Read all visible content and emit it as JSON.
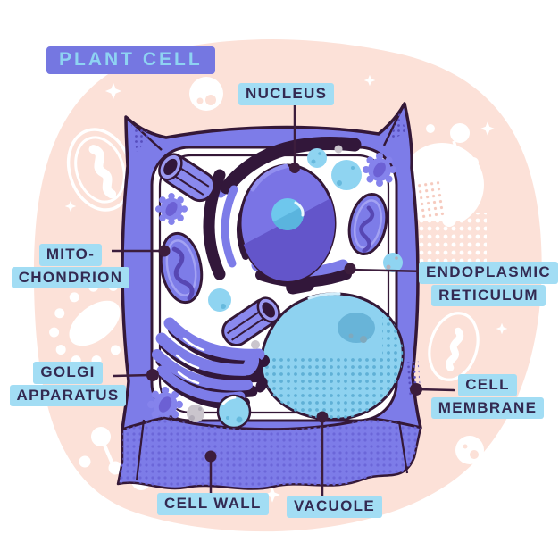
{
  "title": {
    "label": "PLANT CELL"
  },
  "labels": {
    "nucleus": {
      "lines": [
        "NUCLEUS"
      ]
    },
    "mitochondrion": {
      "lines": [
        "MITO-",
        "CHONDRION"
      ]
    },
    "endoplasmic_reticulum": {
      "lines": [
        "ENDOPLASMIC",
        "RETICULUM"
      ]
    },
    "golgi_apparatus": {
      "lines": [
        "GOLGI",
        "APPARATUS"
      ]
    },
    "cell_membrane": {
      "lines": [
        "CELL",
        "MEMBRANE"
      ]
    },
    "cell_wall": {
      "lines": [
        "CELL WALL"
      ]
    },
    "vacuole": {
      "lines": [
        "VACUOLE"
      ]
    }
  },
  "colors": {
    "background": "#ffffff",
    "peach_blob": "#fce1d8",
    "title_bg": "#7577e1",
    "title_text": "#8ed3f2",
    "label_bg": "#a2ddf4",
    "label_text": "#332a52",
    "ink_outline": "#341837",
    "leader_line": "#3c1d3c",
    "periwinkle": "#7d7ce8",
    "periwinkle_light": "#9b99f0",
    "purple_mid": "#6355ca",
    "dark_maroon": "#32173a",
    "vesicle_blue": "#8fd4f1",
    "vacuole_blue": "#8ed2f0",
    "vacuole_blob": "#68b4d8",
    "gray": "#cac5cd",
    "white_decor": "#ffffff"
  },
  "decorations": [
    "sparkle-icon",
    "bubble-icon",
    "mitochondrion-outline-icon",
    "bacteria-dots-icon",
    "virus-blob-icon",
    "molecule-cluster-icon"
  ]
}
